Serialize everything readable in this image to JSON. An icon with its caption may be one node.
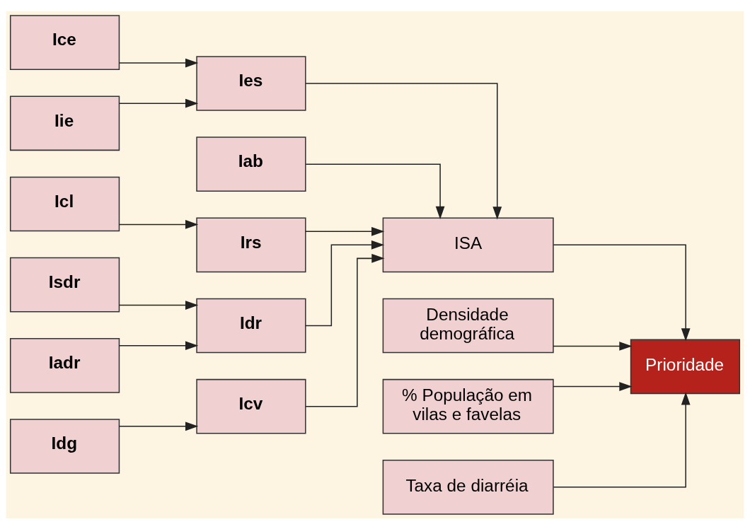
{
  "diagram": {
    "nodes": [
      {
        "text": [
          "Ice"
        ]
      },
      {
        "text": [
          "Iie"
        ]
      },
      {
        "text": [
          "Icl"
        ]
      },
      {
        "text": [
          "Isdr"
        ]
      },
      {
        "text": [
          "Iadr"
        ]
      },
      {
        "text": [
          "Idg"
        ]
      },
      {
        "text": [
          "Iab"
        ]
      },
      {
        "text": [
          "Ies"
        ]
      },
      {
        "text": [
          "Irs"
        ]
      },
      {
        "text": [
          "Idr"
        ]
      },
      {
        "text": [
          "Icv"
        ]
      },
      {
        "text": [
          "ISA"
        ]
      },
      {
        "text": [
          "Densidade demográfica"
        ]
      },
      {
        "text": [
          "% População em vilas e favelas"
        ]
      },
      {
        "text": [
          "Taxa de diarréia"
        ]
      },
      {
        "text": [
          "Prioridade"
        ]
      }
    ],
    "edges": [
      {
        "from": 0,
        "to": 7,
        "arrow": "to"
      },
      {
        "from": 1,
        "to": 7,
        "arrow": "to"
      },
      {
        "from": 2,
        "to": 8,
        "arrow": "to"
      },
      {
        "from": 3,
        "to": 9,
        "arrow": "to"
      },
      {
        "from": 4,
        "to": 9,
        "arrow": "to"
      },
      {
        "from": 5,
        "to": 10,
        "arrow": "to"
      },
      {
        "from": 6,
        "to": 11,
        "arrow": "to"
      },
      {
        "from": 7,
        "to": 11,
        "arrow": "to"
      },
      {
        "from": 8,
        "to": 11,
        "arrow": "to"
      },
      {
        "from": 9,
        "to": 11,
        "arrow": "to"
      },
      {
        "from": 10,
        "to": 11,
        "arrow": "to"
      },
      {
        "from": 11,
        "to": 15,
        "arrow": "to"
      },
      {
        "from": 12,
        "to": 15,
        "arrow": "to"
      },
      {
        "from": 13,
        "to": 15,
        "arrow": "to"
      },
      {
        "from": 14,
        "to": 15,
        "arrow": "to"
      }
    ]
  }
}
